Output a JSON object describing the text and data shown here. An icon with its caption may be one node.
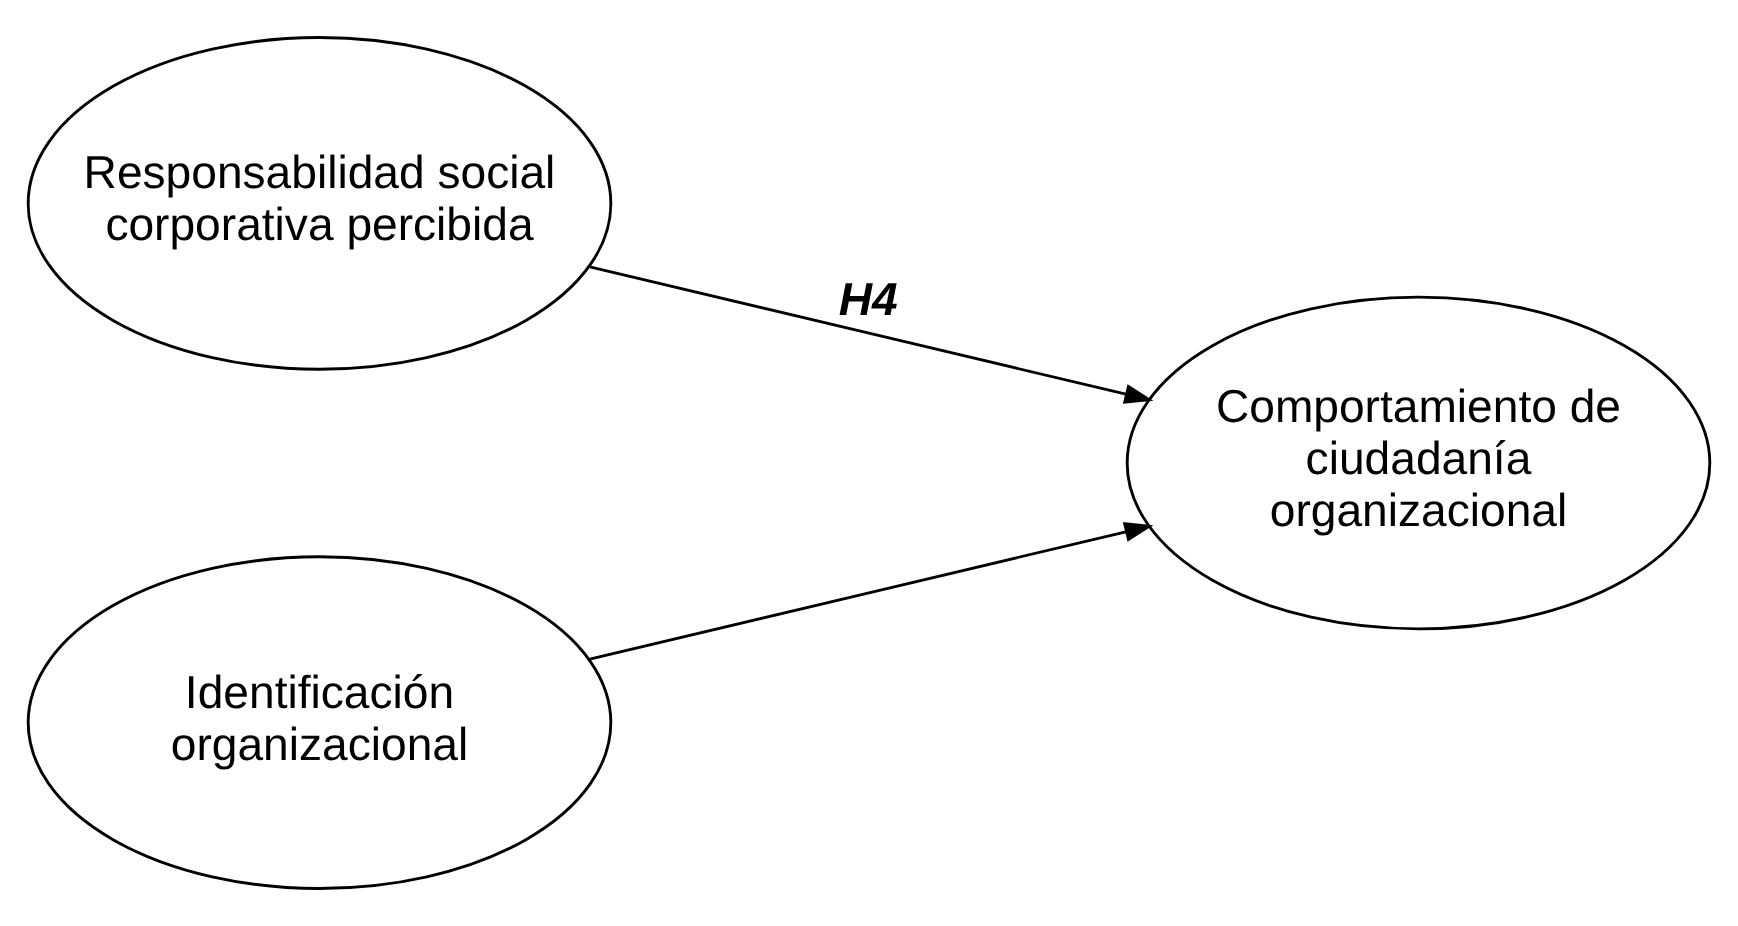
{
  "diagram": {
    "nodes": [
      {
        "text": [
          "Responsabilidad social corporativa percibida"
        ]
      },
      {
        "text": [
          "Identificación organizacional"
        ]
      },
      {
        "text": [
          "Comportamiento de ciudadanía organizacional"
        ]
      }
    ],
    "edges": [
      {
        "from": 0,
        "to": 2,
        "arrow": "to",
        "label": "H4"
      },
      {
        "from": 1,
        "to": 2,
        "arrow": "to"
      }
    ]
  }
}
